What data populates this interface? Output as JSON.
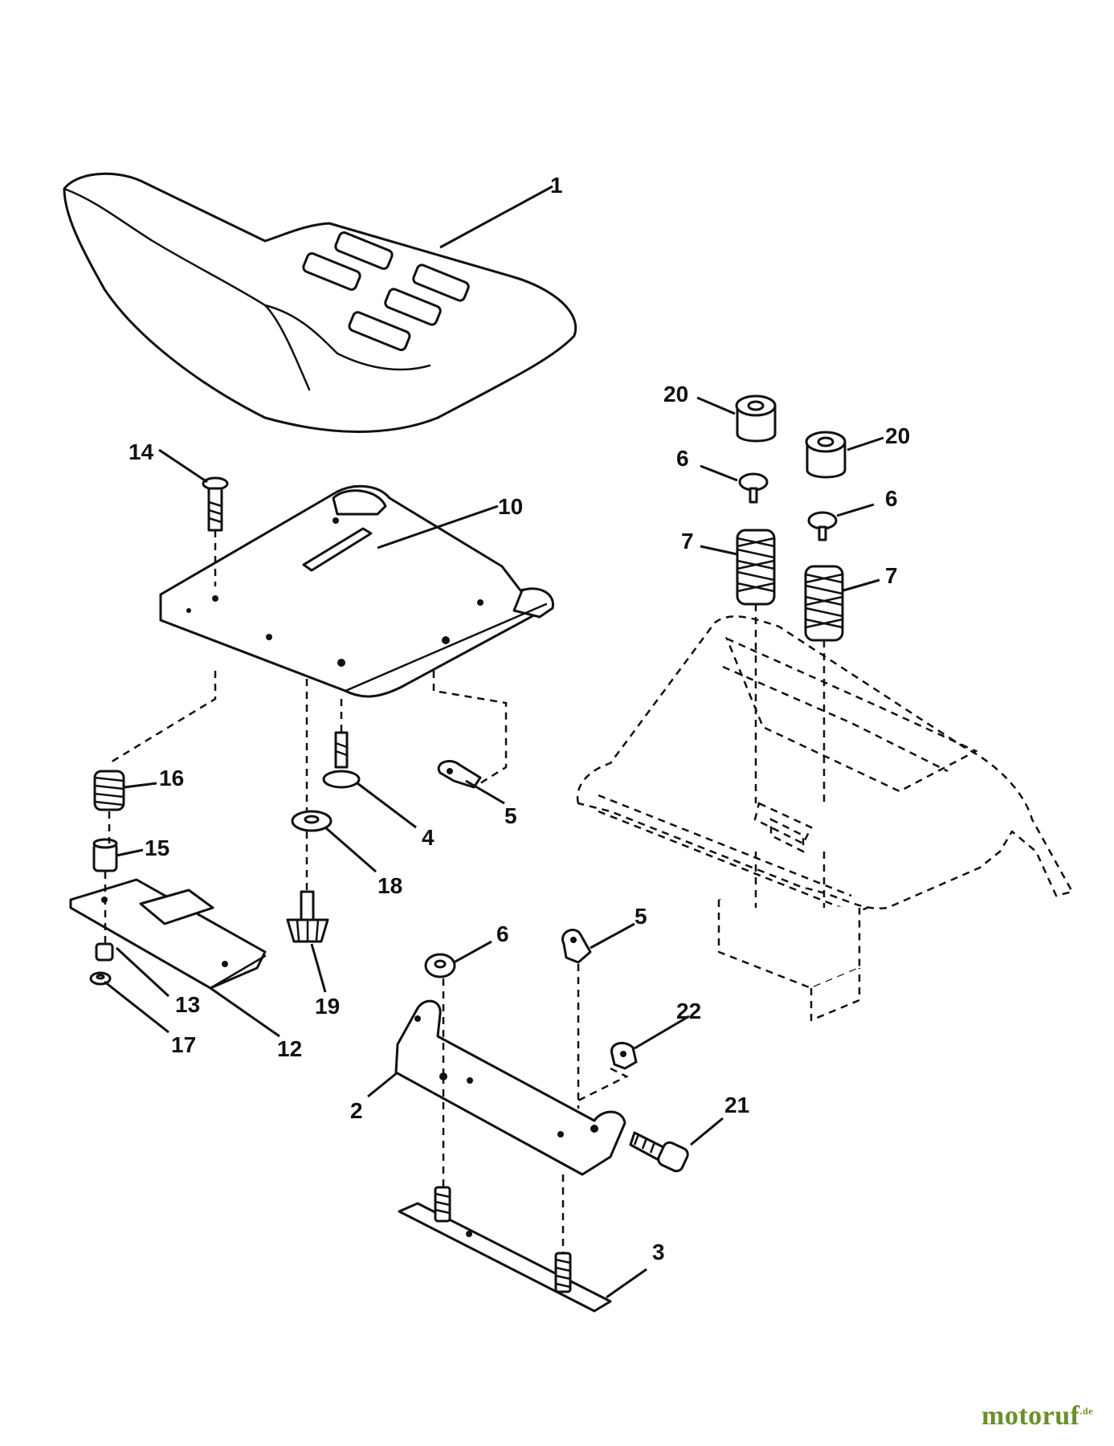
{
  "watermark": {
    "brand": "motoruf",
    "suffix": ".de"
  },
  "callouts": {
    "c1": "1",
    "c2": "2",
    "c3": "3",
    "c4": "4",
    "c5a": "5",
    "c5b": "5",
    "c6a": "6",
    "c6b": "6",
    "c6c": "6",
    "c7a": "7",
    "c7b": "7",
    "c10": "10",
    "c12": "12",
    "c13": "13",
    "c14": "14",
    "c15": "15",
    "c16": "16",
    "c17": "17",
    "c18": "18",
    "c19": "19",
    "c20a": "20",
    "c20b": "20",
    "c21": "21",
    "c22": "22"
  }
}
